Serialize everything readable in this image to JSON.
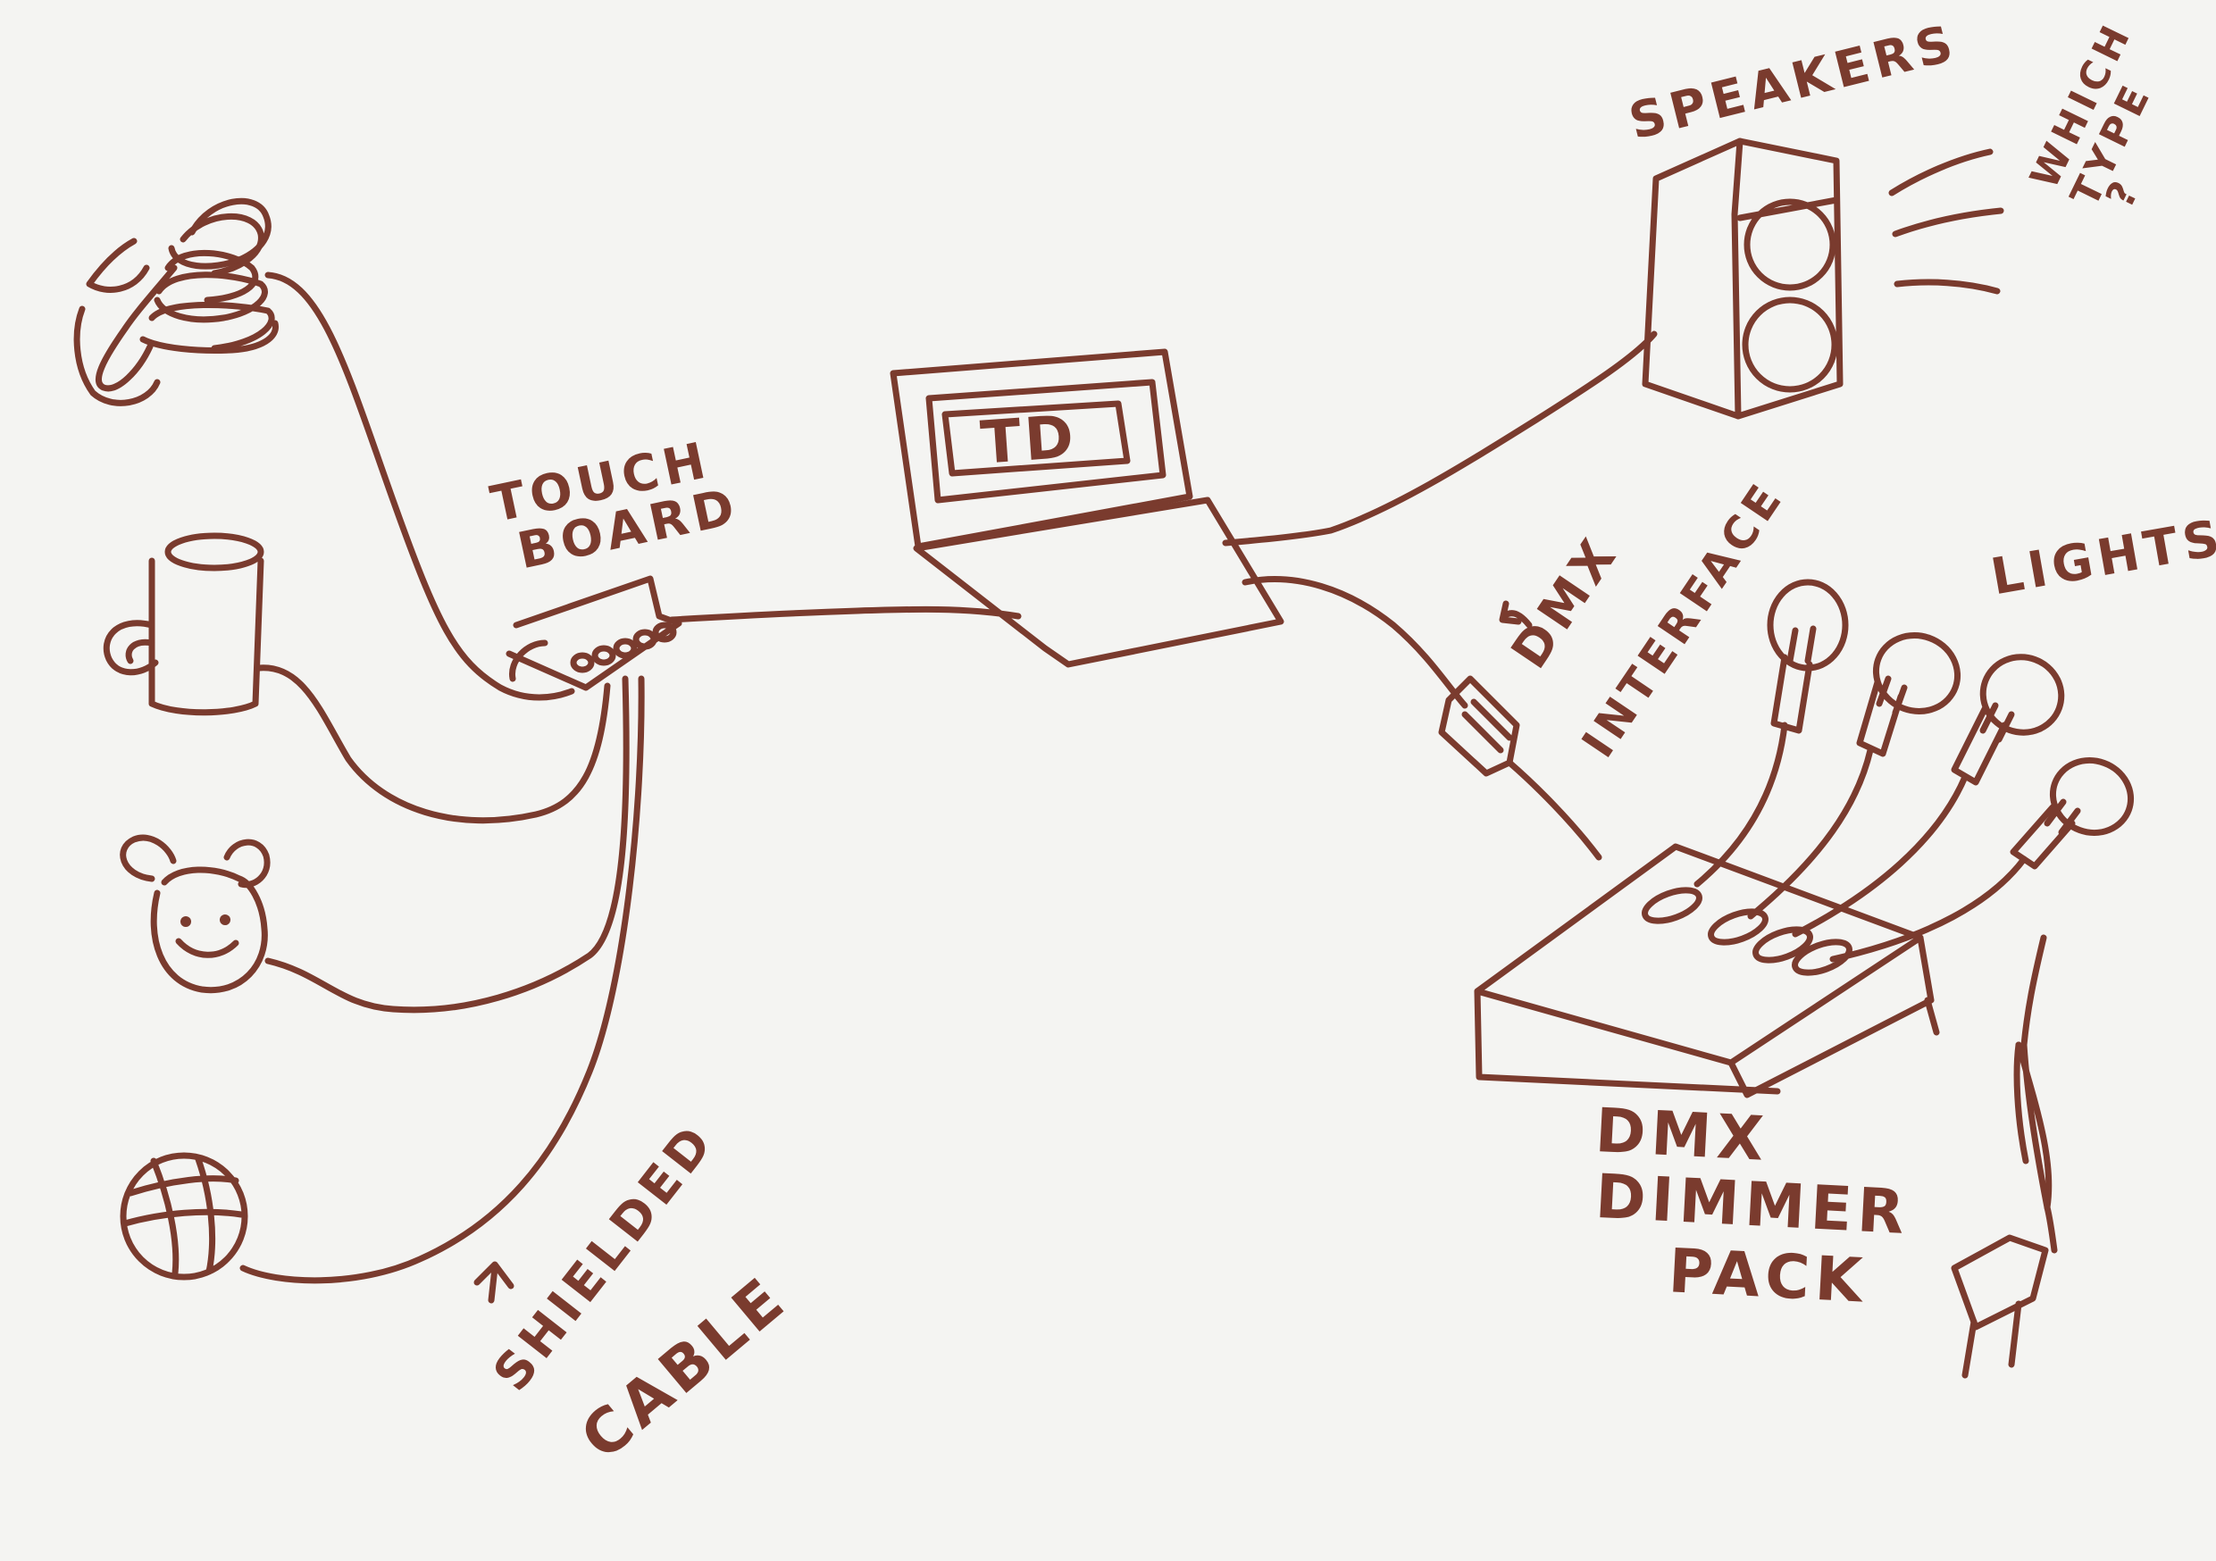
{
  "diagram": {
    "ink_color": "#7a3b2e",
    "paper_color": "#f4f4f2",
    "labels": {
      "touch_board_line1": "TOUCH",
      "touch_board_line2": "BOARD",
      "laptop_screen": "TD",
      "speakers": "SPEAKERS",
      "which_type_line1": "WHICH",
      "which_type_line2": "TYPE",
      "which_type_line3": "?",
      "lights": "LIGHTS",
      "dmx_interface_line1": "DMX",
      "dmx_interface_line2": "INTERFACE",
      "dimmer_line1": "DMX",
      "dimmer_line2": "DIMMER",
      "dimmer_line3": "PACK",
      "shielded_line1": "SHIELDED",
      "shielded_line2": "CABLE"
    },
    "icons": [
      "coil-object-icon",
      "mug-icon",
      "teddy-bear-face-icon",
      "ball-icon",
      "touch-board-icon",
      "laptop-icon",
      "speaker-icon",
      "dmx-interface-icon",
      "dmx-dimmer-pack-icon",
      "light-bulb-icon",
      "power-plug-icon",
      "arrow-icon"
    ]
  }
}
